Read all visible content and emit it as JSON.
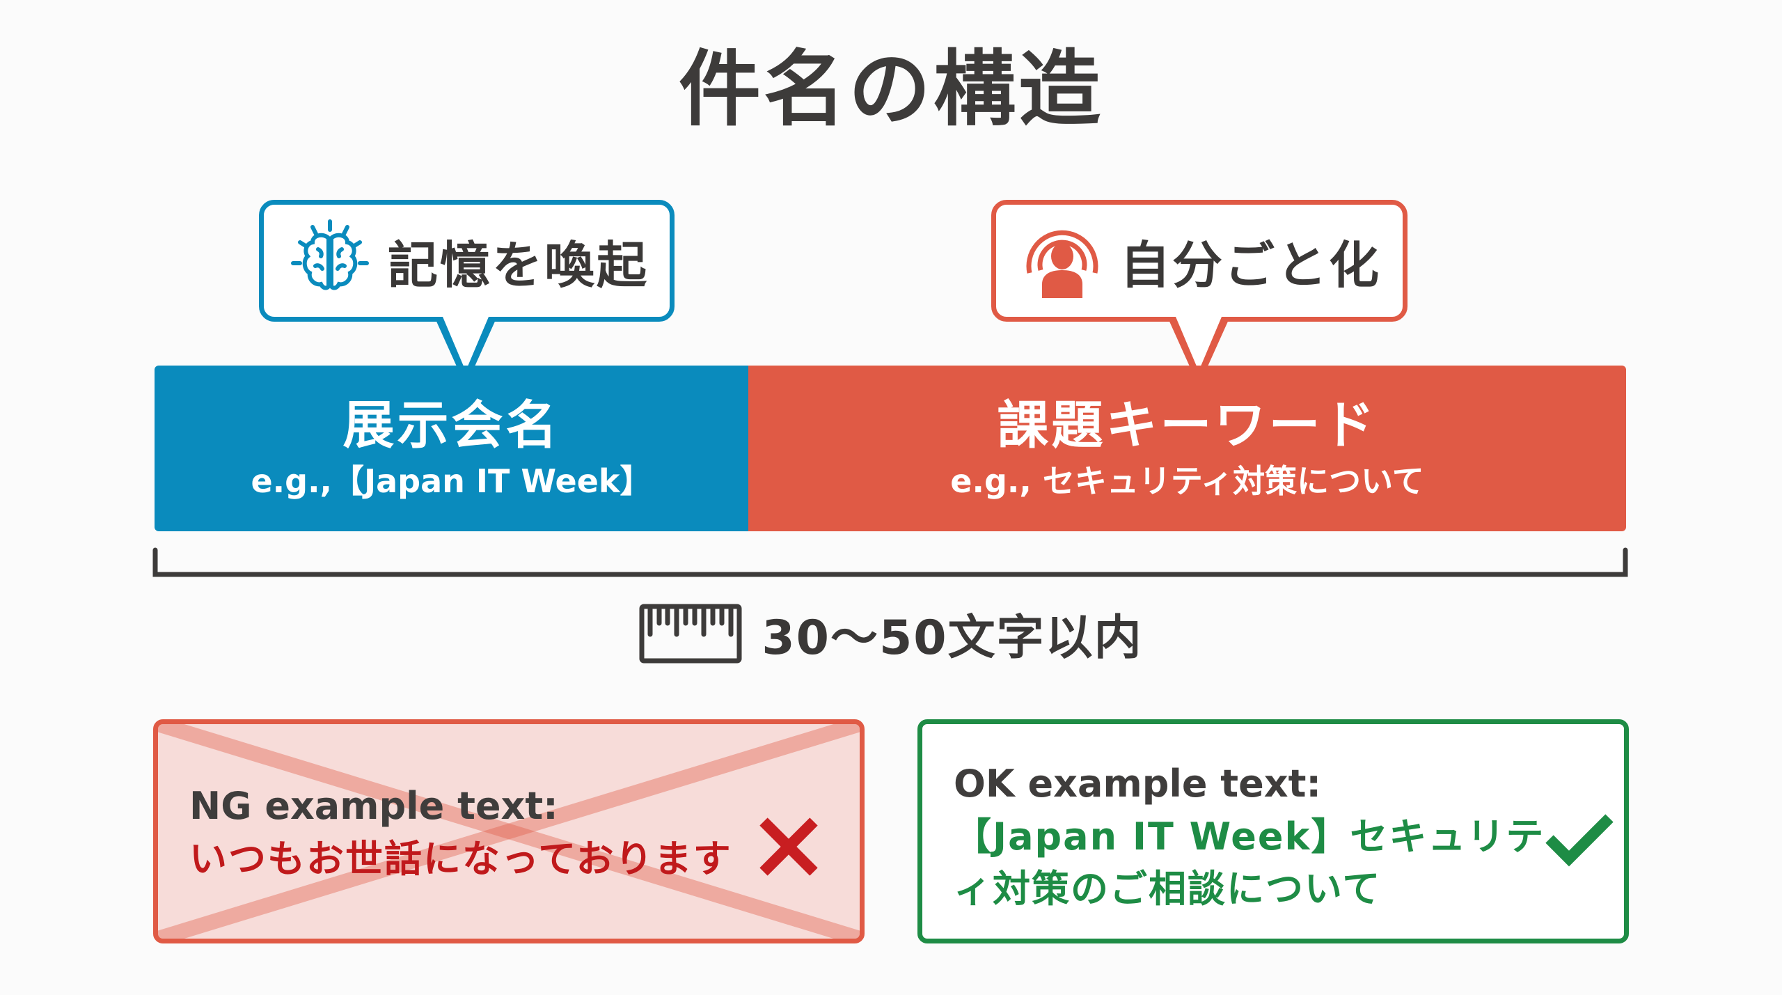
{
  "title": "件名の構造",
  "callouts": {
    "left": {
      "icon": "brain-icon",
      "label": "記憶を喚起",
      "color": "#0a8bbd"
    },
    "right": {
      "icon": "person-broadcast-icon",
      "label": "自分ごと化",
      "color": "#e05a45"
    }
  },
  "segments": [
    {
      "title": "展示会名",
      "example": "e.g.,【Japan IT Week】",
      "color": "#0a8bbd"
    },
    {
      "title": "課題キーワード",
      "example": "e.g., セキュリティ対策について",
      "color": "#e05a45"
    }
  ],
  "length_limit": {
    "icon": "ruler-icon",
    "text": "30〜50文字以内"
  },
  "examples": {
    "ng": {
      "heading": "NG example text:",
      "text": "いつもお世話になっております",
      "mark": "cross-icon",
      "border_color": "#e05a45",
      "text_color": "#c0191b"
    },
    "ok": {
      "heading": "OK example text:",
      "text": "【Japan IT Week】セキュリティ対策のご相談について",
      "mark": "check-icon",
      "border_color": "#1e8c45",
      "text_color": "#1e8c45"
    }
  }
}
